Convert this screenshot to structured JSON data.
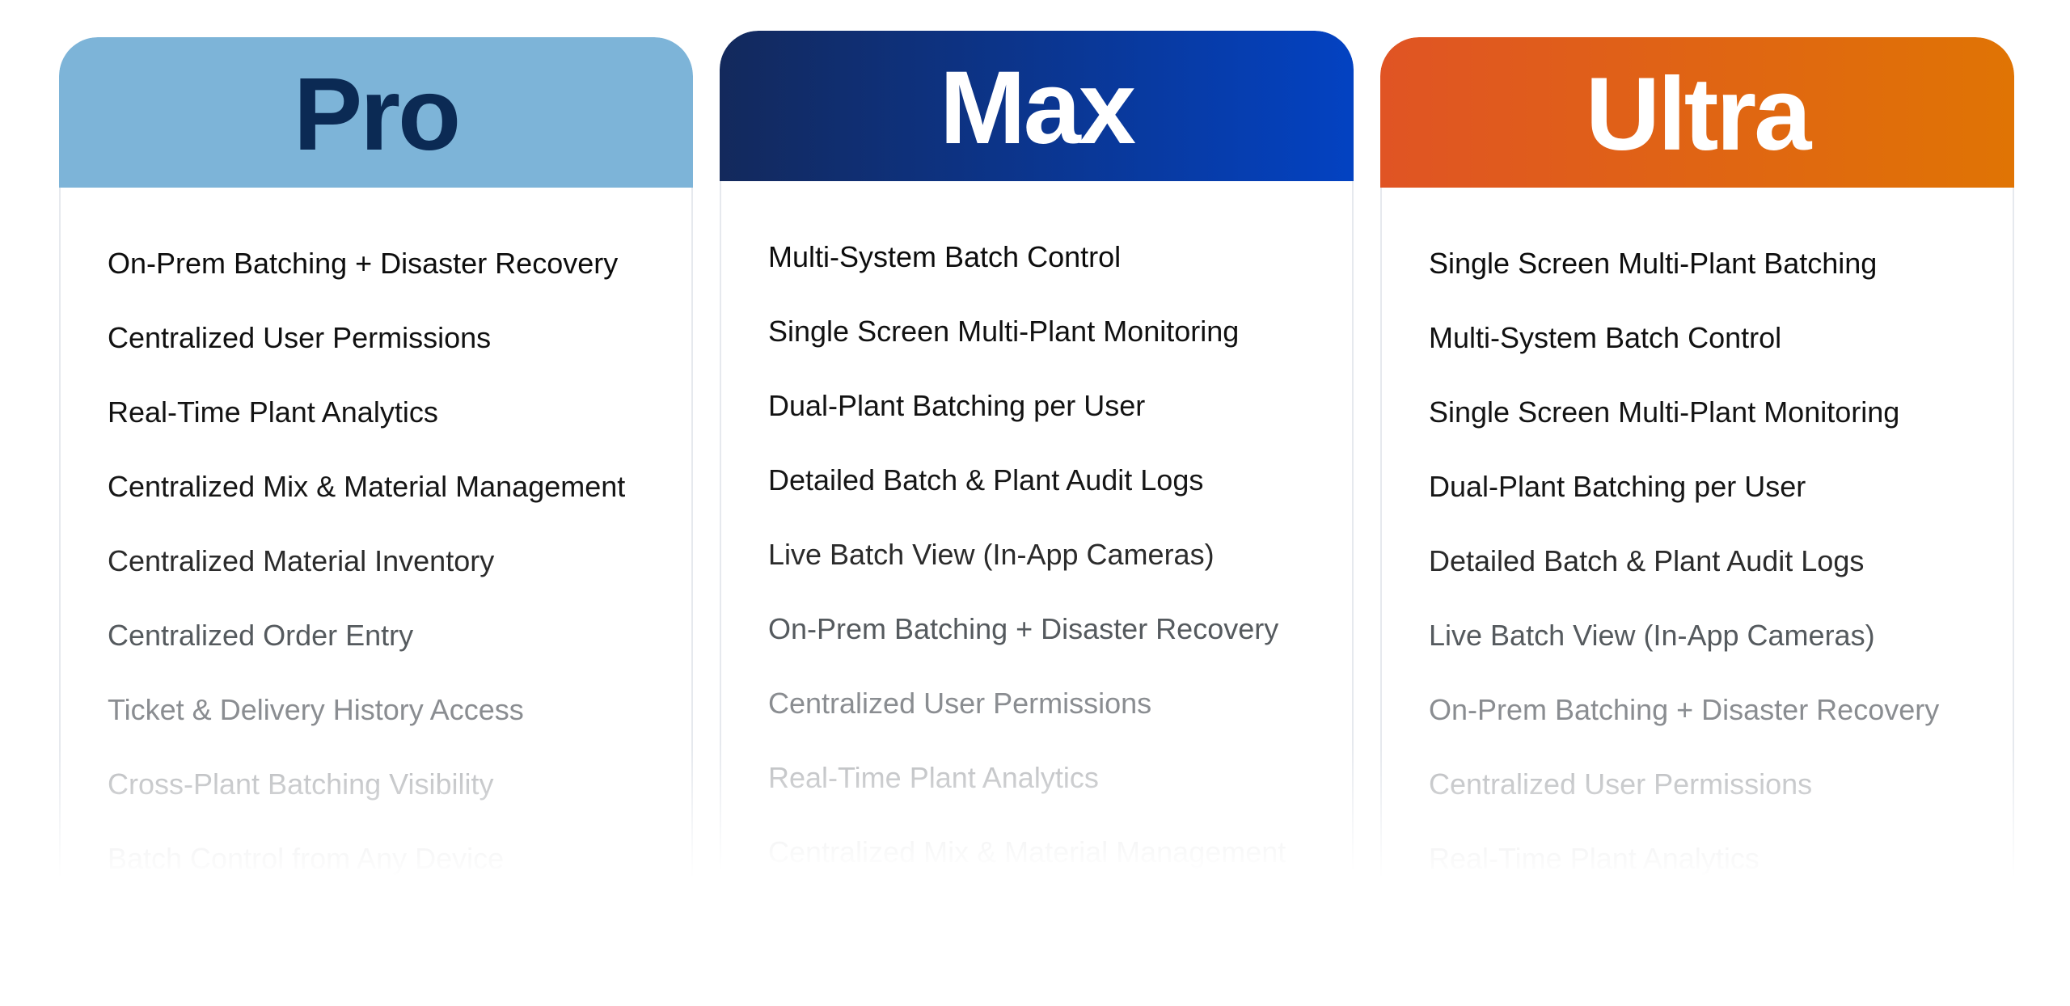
{
  "theme": {
    "pro_header_color": "#7db4d8",
    "pro_title_color": "#0b2a54",
    "max_header_gradient": [
      "#13295c",
      "#0342c2"
    ],
    "max_title_color": "#ffffff",
    "ultra_header_gradient": [
      "#e05424",
      "#e07404"
    ],
    "ultra_title_color": "#ffffff"
  },
  "plans": [
    {
      "name": "Pro",
      "features": [
        "On-Prem Batching + Disaster Recovery",
        "Centralized User Permissions",
        "Real-Time Plant Analytics",
        "Centralized Mix & Material Management",
        "Centralized Material Inventory",
        "Centralized Order Entry",
        "Ticket & Delivery History Access",
        "Cross-Plant Batching Visibility",
        "Batch Control from Any Device"
      ]
    },
    {
      "name": "Max",
      "features": [
        "Multi-System Batch Control",
        "Single Screen Multi-Plant Monitoring",
        "Dual-Plant Batching per User",
        "Detailed Batch & Plant Audit Logs",
        "Live Batch View (In-App Cameras)",
        "On-Prem Batching + Disaster Recovery",
        "Centralized User Permissions",
        "Real-Time Plant Analytics",
        "Centralized Mix & Material Management"
      ]
    },
    {
      "name": "Ultra",
      "features": [
        "Single Screen Multi-Plant Batching",
        "Multi-System Batch Control",
        "Single Screen Multi-Plant Monitoring",
        "Dual-Plant Batching per User",
        "Detailed Batch & Plant Audit Logs",
        "Live Batch View (In-App Cameras)",
        "On-Prem Batching + Disaster Recovery",
        "Centralized User Permissions",
        "Real-Time Plant Analytics"
      ]
    }
  ]
}
